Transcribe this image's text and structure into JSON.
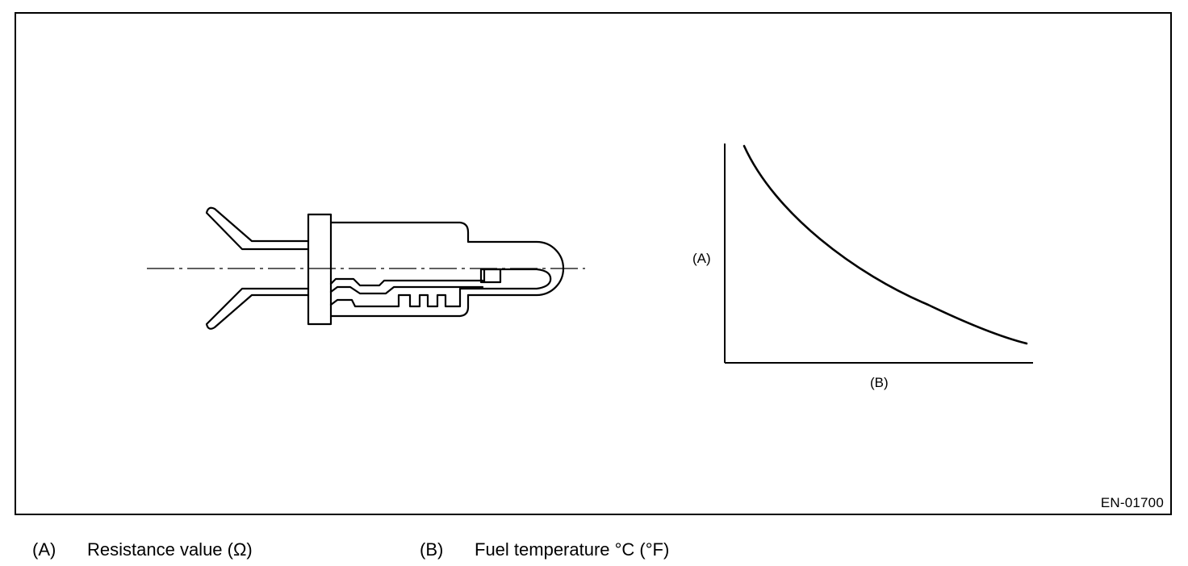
{
  "figure": {
    "id": "EN-01700"
  },
  "graph": {
    "y_axis_marker": "(A)",
    "x_axis_marker": "(B)"
  },
  "legend": [
    {
      "key": "(A)",
      "text": "Resistance value (Ω)"
    },
    {
      "key": "(B)",
      "text": "Fuel temperature °C (°F)"
    }
  ],
  "colors": {
    "line": "#000000",
    "background": "#ffffff"
  }
}
